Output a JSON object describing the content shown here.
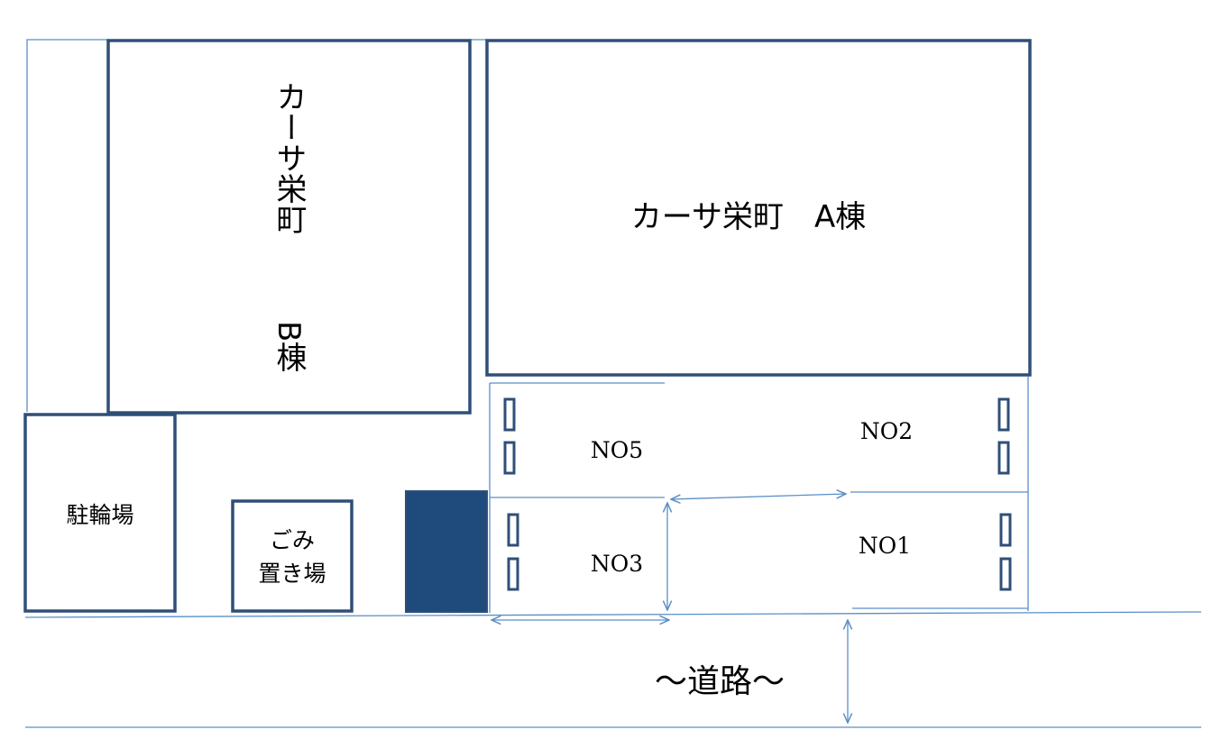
{
  "buildings": {
    "building_a": {
      "label": "カーサ栄町　A棟"
    },
    "building_b": {
      "label_top": "カーサ栄町",
      "label_bottom": "B棟"
    },
    "bicycle_parking": {
      "label": "駐輪場"
    },
    "garbage_area": {
      "label_line1": "ごみ",
      "label_line2": "置き場"
    }
  },
  "parking_spaces": [
    {
      "label": "NO5"
    },
    {
      "label": "NO2"
    },
    {
      "label": "NO3"
    },
    {
      "label": "NO1"
    }
  ],
  "road": {
    "label": "～道路～"
  },
  "colors": {
    "building_stroke": "#2f4f78",
    "thin_line": "#5a8fc8",
    "filled_block": "#1f4a7c"
  }
}
